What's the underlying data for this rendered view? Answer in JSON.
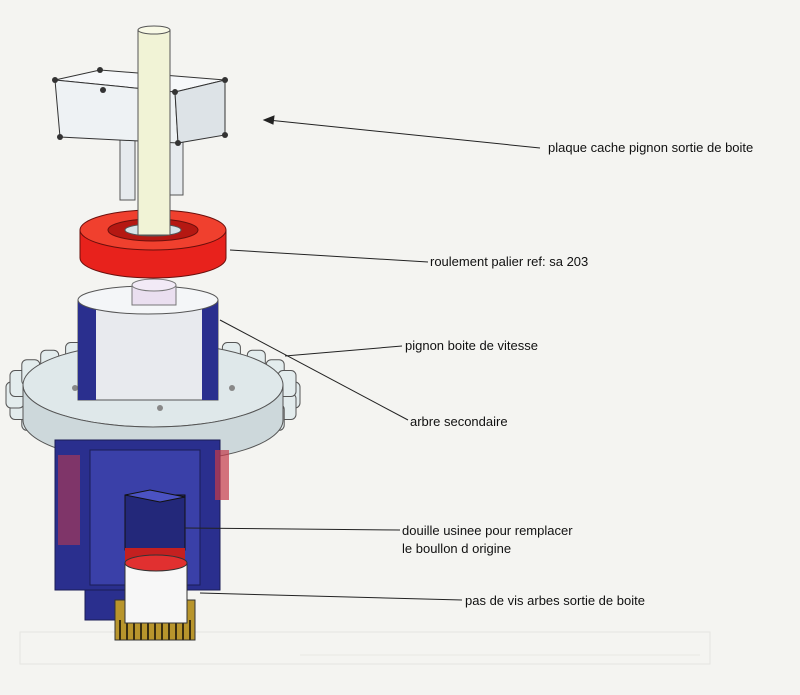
{
  "colors": {
    "background": "#f4f4f1",
    "bearing": "#e8221c",
    "housing_blue": "#2a2f8e",
    "sprocket": "#dfe8ea",
    "plate": "#eef2f4",
    "shaft": "#f1f3d6"
  },
  "labels": {
    "plaque": "plaque cache pignon sortie de boite",
    "roulement": "roulement palier ref: sa 203",
    "pignon": "pignon boite de vitesse",
    "arbre": "arbre secondaire",
    "douille_line1": "douille usinee pour remplacer",
    "douille_line2": "le boullon d origine",
    "pas_de_vis": "pas de vis arbes sortie de boite"
  }
}
